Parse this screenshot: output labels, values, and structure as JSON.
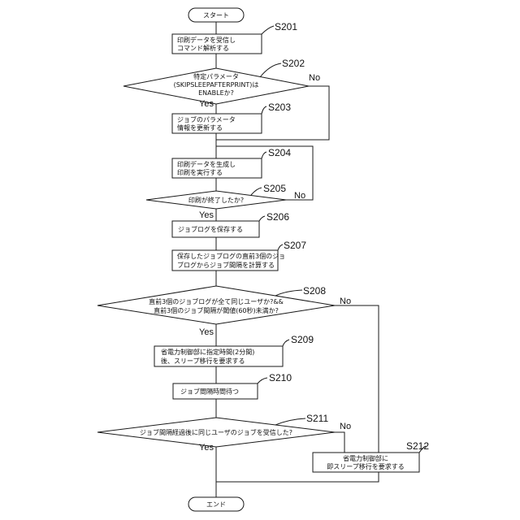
{
  "flowchart": {
    "start": "スタート",
    "end": "エンド",
    "steps": {
      "s201": {
        "label": "S201",
        "lines": [
          "印刷データを受信し",
          "コマンド解析する"
        ]
      },
      "s202": {
        "label": "S202",
        "lines": [
          "特定パラメータ",
          "(SKIPSLEEPAFTERPRINT)は",
          "ENABLEか?"
        ]
      },
      "s203": {
        "label": "S203",
        "lines": [
          "ジョブのパラメータ",
          "情報を更新する"
        ]
      },
      "s204": {
        "label": "S204",
        "lines": [
          "印刷データを生成し",
          "印刷を実行する"
        ]
      },
      "s205": {
        "label": "S205",
        "lines": [
          "印刷が終了したか?"
        ]
      },
      "s206": {
        "label": "S206",
        "lines": [
          "ジョブログを保存する"
        ]
      },
      "s207": {
        "label": "S207",
        "lines": [
          "保存したジョブログの直前3個のジョ",
          "ブログからジョブ間隔を計算する"
        ]
      },
      "s208": {
        "label": "S208",
        "lines": [
          "直前3個のジョブログが全て同じユーザか?&&",
          "直前3個のジョブ間隔が閾値(60秒)未満か?"
        ]
      },
      "s209": {
        "label": "S209",
        "lines": [
          "省電力制御部に指定時間(2分間)",
          "後、スリープ移行を要求する"
        ]
      },
      "s210": {
        "label": "S210",
        "lines": [
          "ジョブ間隔時間待つ"
        ]
      },
      "s211": {
        "label": "S211",
        "lines": [
          "ジョブ間隔経過後に同じユーザのジョブを受信した?"
        ]
      },
      "s212": {
        "label": "S212",
        "lines": [
          "省電力制御部に",
          "即スリープ移行を要求する"
        ]
      }
    },
    "yes": "Yes",
    "no": "No"
  }
}
